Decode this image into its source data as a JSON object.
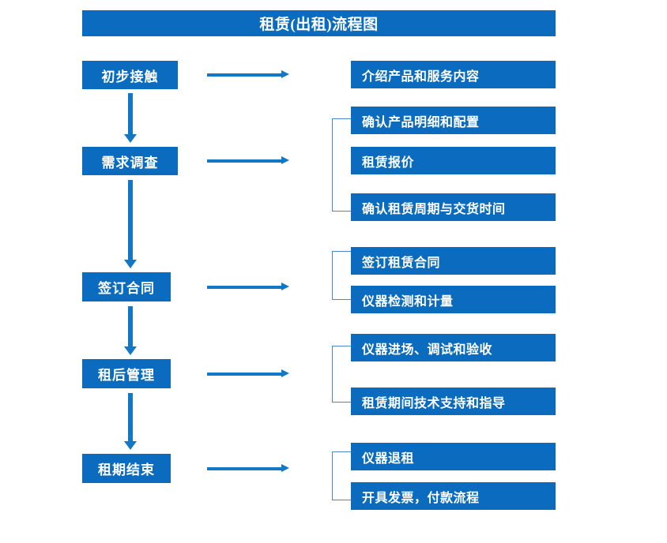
{
  "chart_data": {
    "type": "diagram",
    "title": "租赁(出租)流程图",
    "diagram_kind": "flowchart",
    "orientation": "top-to-bottom with right branches",
    "accent_color": "#0b6cbf",
    "arrow_color": "#1277c4",
    "bracket_color": "#4a86c8",
    "stages": [
      {
        "label": "初步接触",
        "details": [
          "介绍产品和服务内容"
        ],
        "bracketed": false
      },
      {
        "label": "需求调查",
        "details": [
          "确认产品明细和配置",
          "租赁报价",
          "确认租赁周期与交货时间"
        ],
        "bracketed": true
      },
      {
        "label": "签订合同",
        "details": [
          "签订租赁合同",
          "仪器检测和计量"
        ],
        "bracketed": true
      },
      {
        "label": "租后管理",
        "details": [
          "仪器进场、调试和验收",
          "租赁期间技术支持和指导"
        ],
        "bracketed": true
      },
      {
        "label": "租期结束",
        "details": [
          "仪器退租",
          "开具发票，付款流程"
        ],
        "bracketed": true
      }
    ]
  },
  "title": {
    "text": "租赁(出租)流程图"
  },
  "stages": [
    {
      "label": "初步接触"
    },
    {
      "label": "需求调查"
    },
    {
      "label": "签订合同"
    },
    {
      "label": "租后管理"
    },
    {
      "label": "租期结束"
    }
  ],
  "details": {
    "g1": [
      {
        "label": "介绍产品和服务内容"
      }
    ],
    "g2": [
      {
        "label": "确认产品明细和配置"
      },
      {
        "label": "租赁报价"
      },
      {
        "label": "确认租赁周期与交货时间"
      }
    ],
    "g3": [
      {
        "label": "签订租赁合同"
      },
      {
        "label": "仪器检测和计量"
      }
    ],
    "g4": [
      {
        "label": "仪器进场、调试和验收"
      },
      {
        "label": "租赁期间技术支持和指导"
      }
    ],
    "g5": [
      {
        "label": "仪器退租"
      },
      {
        "label": "开具发票，付款流程"
      }
    ]
  }
}
